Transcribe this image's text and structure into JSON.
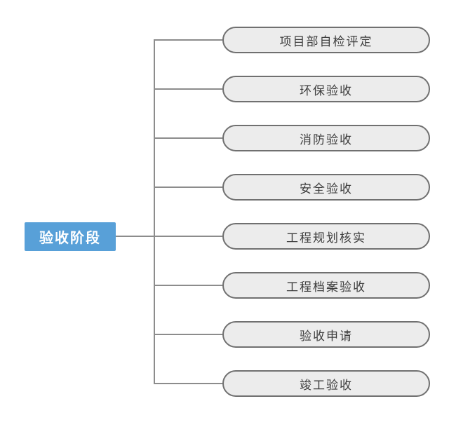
{
  "diagram": {
    "root": {
      "label": "验收阶段"
    },
    "nodes": [
      {
        "label": "项目部自检评定"
      },
      {
        "label": "环保验收"
      },
      {
        "label": "消防验收"
      },
      {
        "label": "安全验收"
      },
      {
        "label": "工程规划核实"
      },
      {
        "label": "工程档案验收"
      },
      {
        "label": "验收申请"
      },
      {
        "label": "竣工验收"
      }
    ],
    "colors": {
      "root_background": "#58A0D8",
      "root_text": "#FFFFFF",
      "node_background": "#ECECEC",
      "node_border": "#707070",
      "node_text": "#3D3D3D",
      "connector": "#8C8C8C"
    }
  }
}
